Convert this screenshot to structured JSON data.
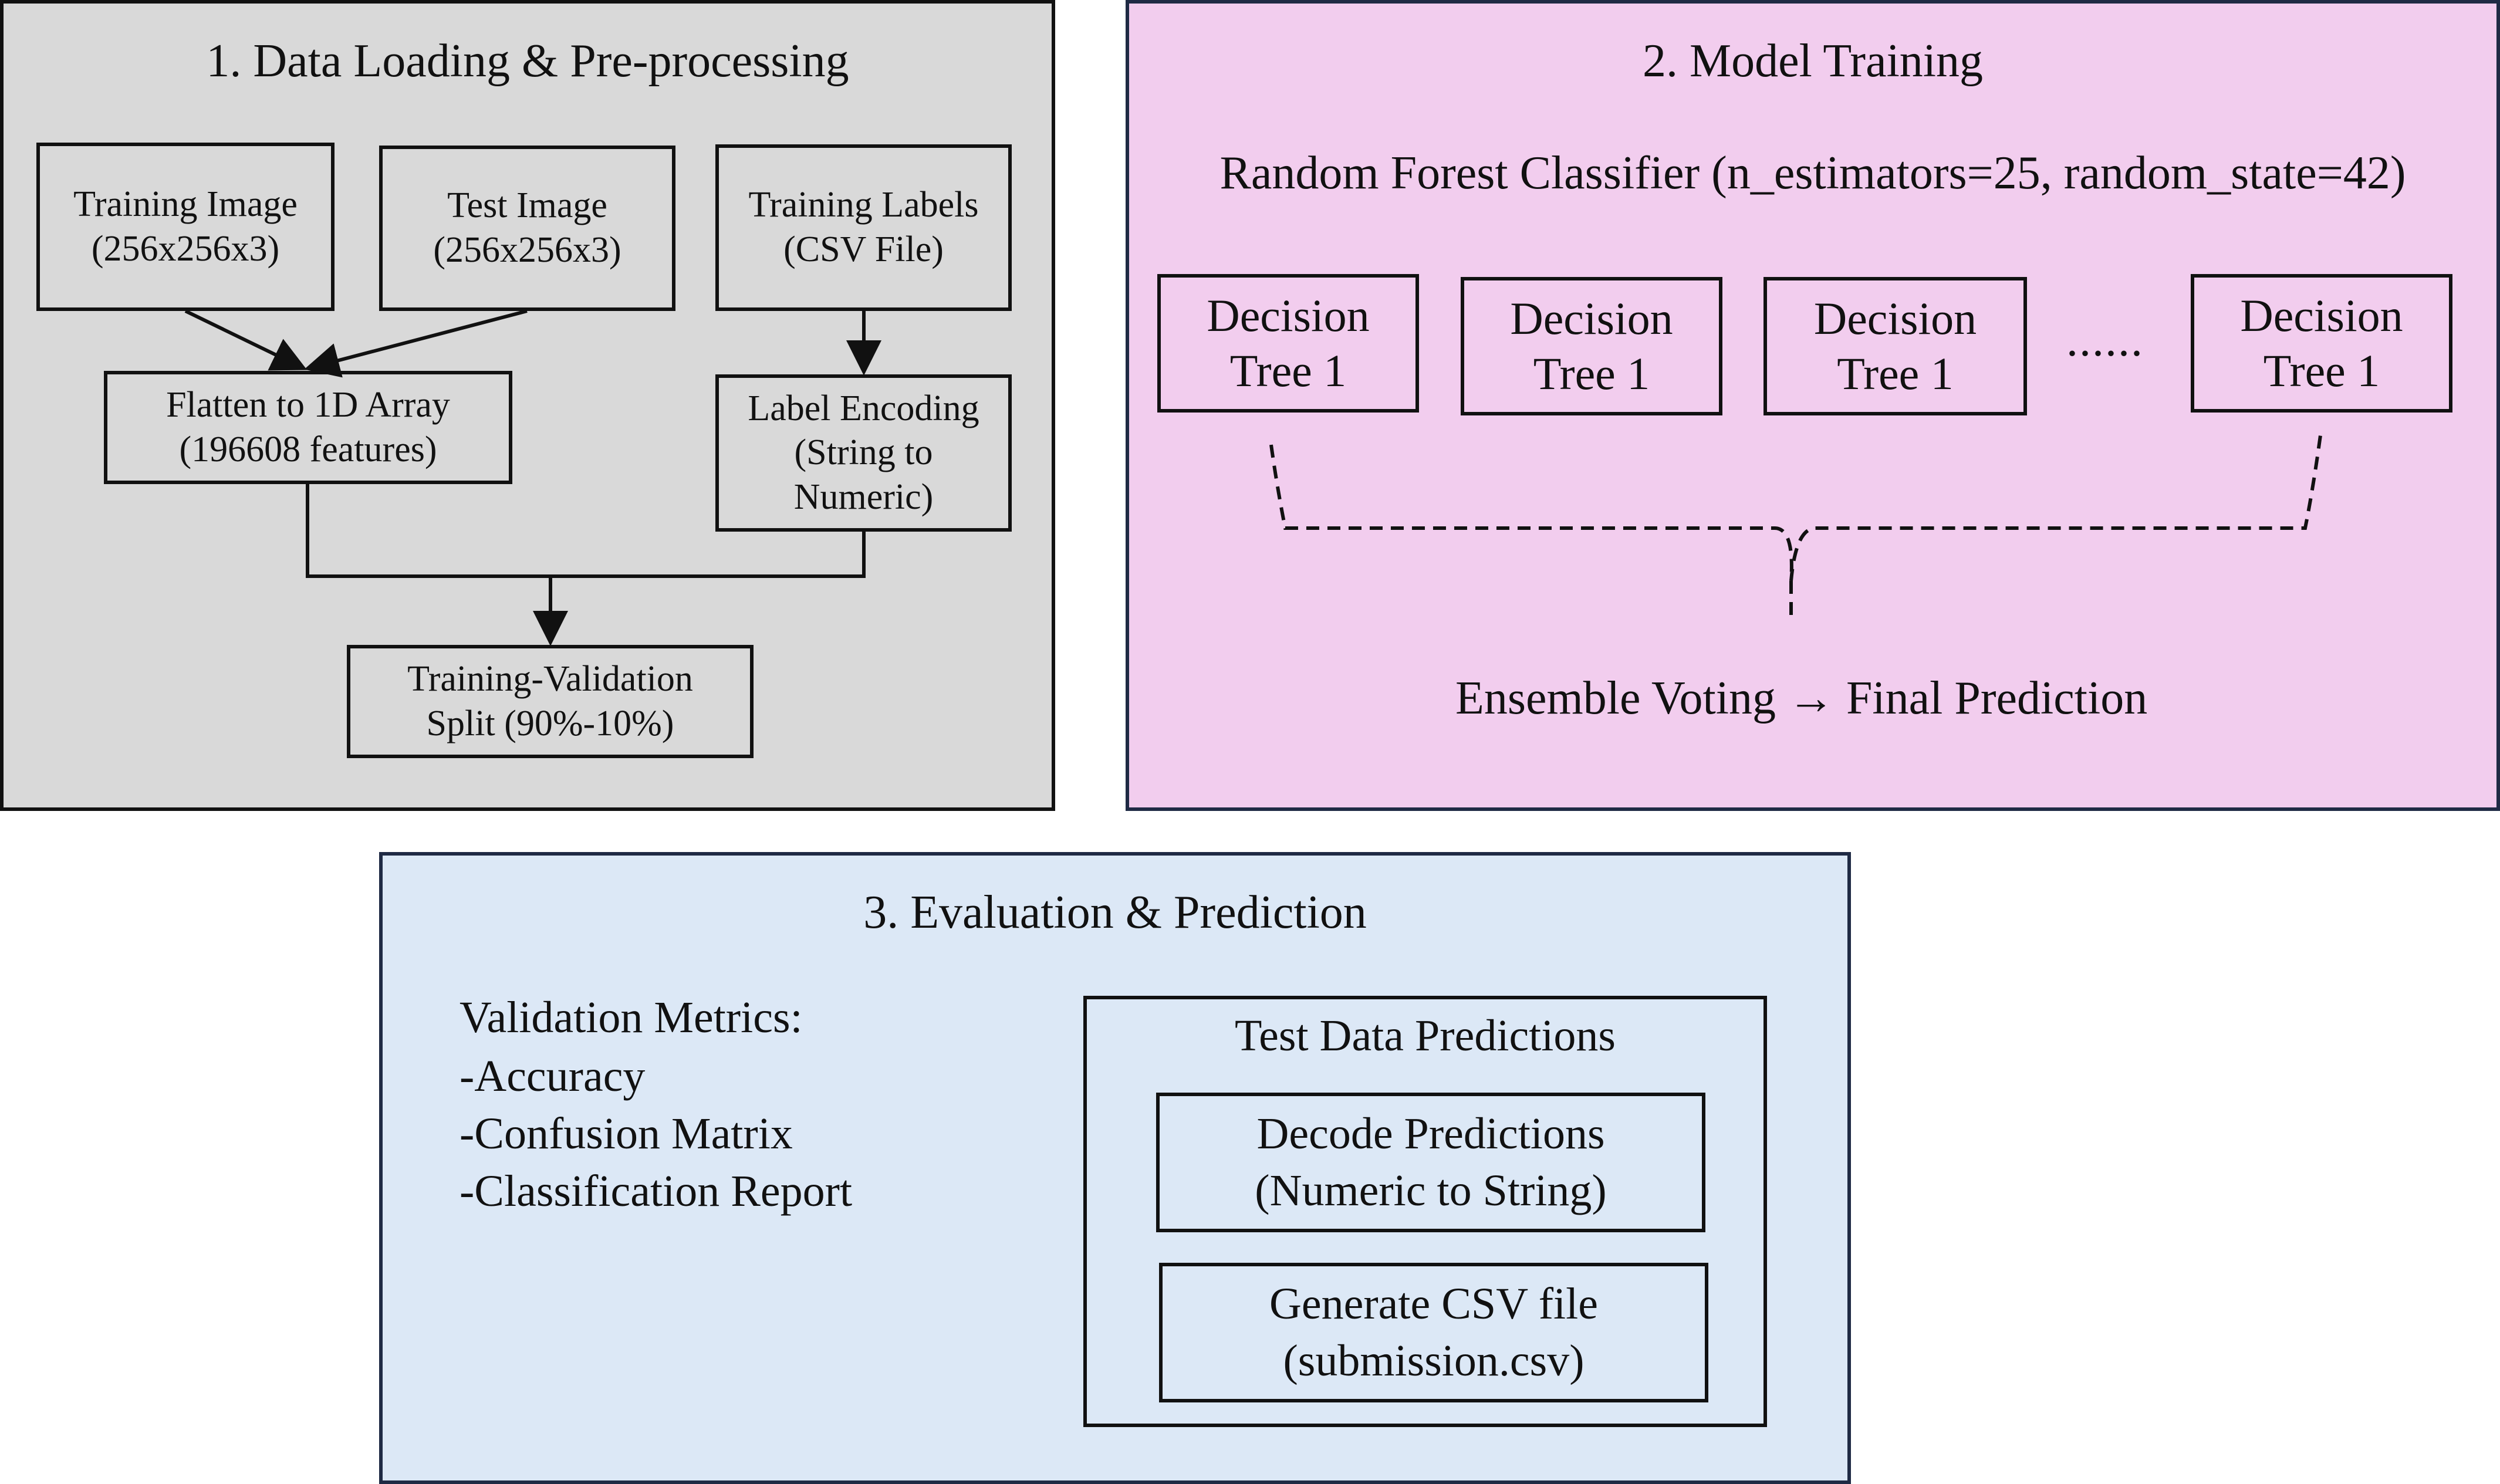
{
  "panel1": {
    "title": "1.   Data Loading & Pre-processing",
    "fill": "#d9d9d9",
    "boxes": {
      "training_image": [
        "Training Image",
        "(256x256x3)"
      ],
      "test_image": [
        "Test Image",
        "(256x256x3)"
      ],
      "training_labels": [
        "Training Labels",
        "(CSV File)"
      ],
      "flatten": [
        "Flatten to 1D Array",
        "(196608 features)"
      ],
      "label_encoding": [
        "Label Encoding",
        "(String to",
        "Numeric)"
      ],
      "split": [
        "Training-Validation",
        "Split (90%-10%)"
      ]
    }
  },
  "panel2": {
    "title": "2. Model Training",
    "fill": "#f2cdee",
    "classifier": "Random Forest Classifier (n_estimators=25, random_state=42)",
    "trees": [
      [
        "Decision",
        "Tree 1"
      ],
      [
        "Decision",
        "Tree 1"
      ],
      [
        "Decision",
        "Tree 1"
      ],
      [
        "Decision",
        "Tree 1"
      ]
    ],
    "ellipsis": "......",
    "ensemble": "Ensemble Voting → Final Prediction"
  },
  "panel3": {
    "title": "3. Evaluation & Prediction",
    "fill": "#dce8f6",
    "metrics_title": "Validation Metrics:",
    "metrics": [
      "-Accuracy",
      "-Confusion Matrix",
      "-Classification Report"
    ],
    "predictions_title": "Test Data Predictions",
    "decode": [
      "Decode Predictions",
      "(Numeric to String)"
    ],
    "generate": [
      "Generate CSV file",
      "(submission.csv)"
    ]
  }
}
